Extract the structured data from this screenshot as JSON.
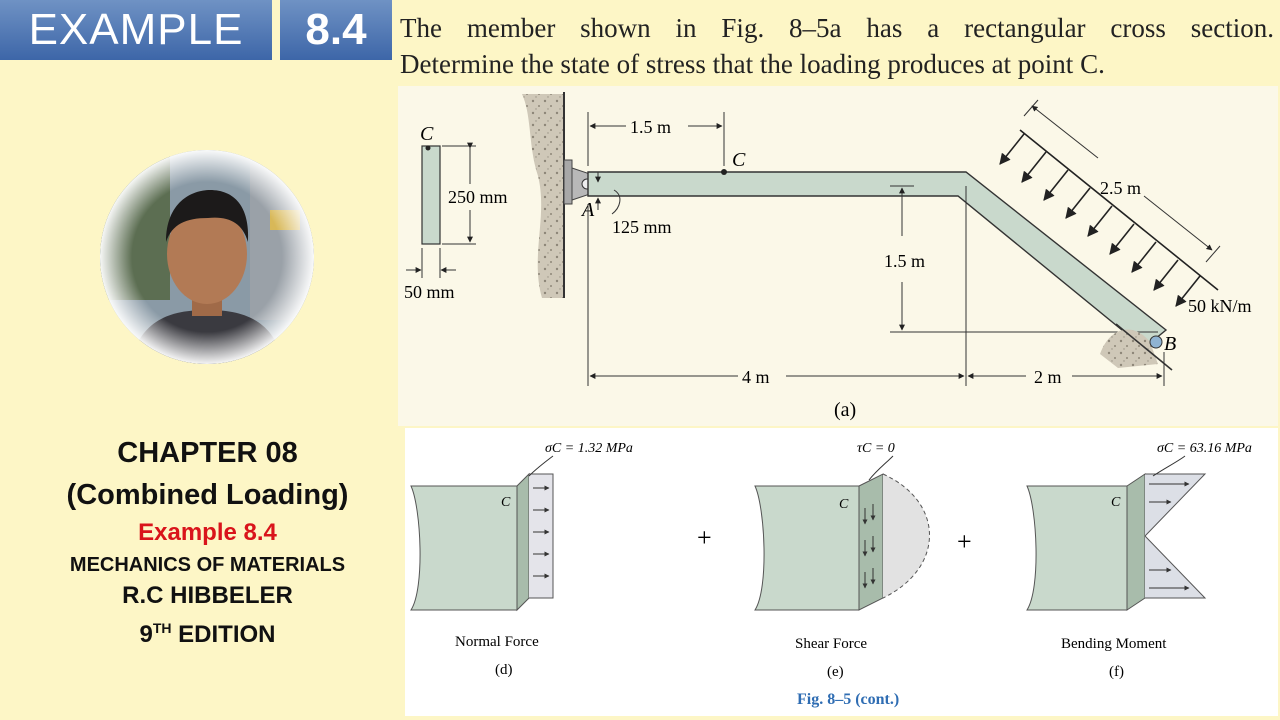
{
  "banner": {
    "example_word": "EXAMPLE",
    "example_number": "8.4"
  },
  "problem": {
    "line1": "The member shown in Fig. 8–5a has a rectangular cross section.",
    "line2": "Determine the state of stress that the loading produces at point C."
  },
  "figure_a": {
    "caption": "(a)",
    "label_c_section": "C",
    "dim_250": "250 mm",
    "dim_50": "50 mm",
    "dim_1_5_top": "1.5 m",
    "label_c_point": "C",
    "label_a": "A",
    "dim_125": "125 mm",
    "dim_1_5_vertical": "1.5 m",
    "dim_2_5": "2.5 m",
    "load": "50 kN/m",
    "label_b": "B",
    "dim_4": "4 m",
    "dim_2": "2 m"
  },
  "figure_bottom": {
    "d": {
      "stress": "σC = 1.32 MPa",
      "point": "C",
      "name": "Normal Force",
      "letter": "(d)"
    },
    "e": {
      "stress": "τC = 0",
      "point": "C",
      "name": "Shear Force",
      "letter": "(e)"
    },
    "f": {
      "stress": "σC = 63.16 MPa",
      "point": "C",
      "name": "Bending Moment",
      "letter": "(f)"
    },
    "plus": "+",
    "caption": "Fig. 8–5 (cont.)"
  },
  "left_panel": {
    "chapter": "CHAPTER 08",
    "topic": "(Combined Loading)",
    "example": "Example 8.4",
    "book": "MECHANICS OF MATERIALS",
    "author": "R.C HIBBELER",
    "edition_num": "9",
    "edition_sup": "TH",
    "edition_word": " EDITION"
  },
  "colors": {
    "banner": "#4f78b8",
    "background": "#fdf6c6",
    "example_red": "#d9141b",
    "member_fill": "#c9d9cc"
  }
}
